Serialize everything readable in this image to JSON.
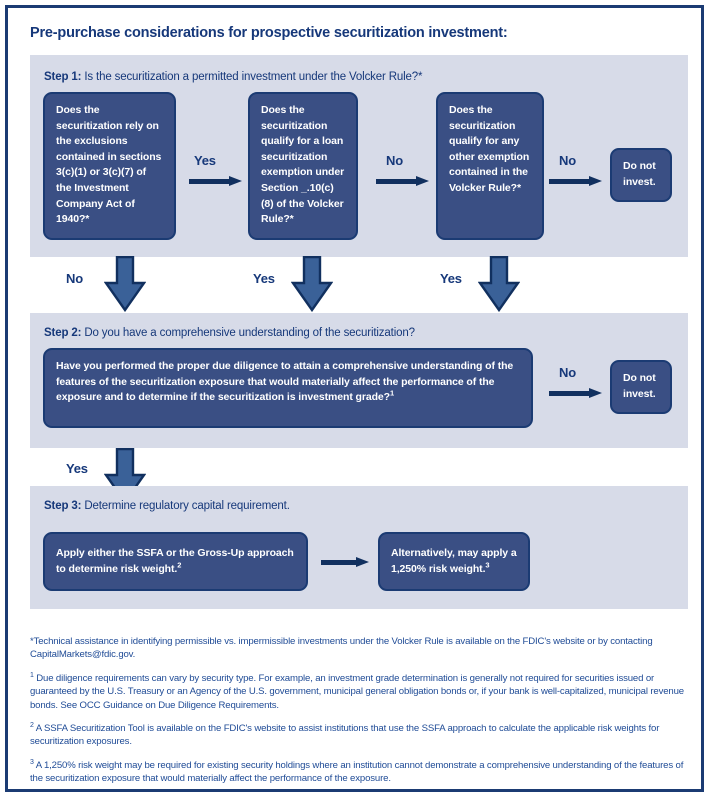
{
  "title": "Pre-purchase considerations for prospective securitization investment:",
  "steps": [
    {
      "label": "Step 1:",
      "text": " Is the securitization a permitted investment under the Volcker Rule?*",
      "nodes": {
        "q1": "Does the securitization rely on the exclusions contained in sections 3(c)(1) or 3(c)(7) of the Investment Company Act of 1940?*",
        "q2": "Does the securitization qualify for a loan securitization exemption under Section _.10(c)(8) of the Volcker Rule?*",
        "q3": "Does the securitization qualify for any other exemption contained in the Volcker Rule?*",
        "do_not_invest": "Do not invest."
      },
      "edges": {
        "yes_1": "Yes",
        "no_1": "No",
        "no_2": "No"
      }
    },
    {
      "label": "Step 2:",
      "text": " Do you have a comprehensive understanding of the securitization?",
      "nodes": {
        "q4": "Have you performed the proper due diligence to attain a comprehensive understanding of the features of the securitization exposure that would materially affect the performance of the exposure and to determine if the securitization is investment grade?",
        "q4_sup": "1",
        "do_not_invest": "Do not invest."
      },
      "edges": {
        "no_3": "No"
      }
    },
    {
      "label": "Step 3:",
      "text": " Determine regulatory capital requirement.",
      "nodes": {
        "s3a": "Apply either the SSFA or the Gross-Up approach to determine risk weight.",
        "s3a_sup": "2",
        "s3b": "Alternatively, may apply a 1,250% risk weight.",
        "s3b_sup": "3"
      }
    }
  ],
  "down_arrows": [
    {
      "label": "No"
    },
    {
      "label": "Yes"
    },
    {
      "label": "Yes"
    },
    {
      "label": "Yes"
    }
  ],
  "footnotes": [
    {
      "marker": "*",
      "text": "Technical assistance in identifying permissible vs. impermissible investments under the Volcker Rule is available on the FDIC's website or by contacting CapitalMarkets@fdic.gov."
    },
    {
      "marker": "1",
      "text": " Due diligence requirements can vary by security type. For example, an investment grade determination is generally not required for securities issued or guaranteed by the U.S. Treasury or an Agency of the U.S. government, municipal general obligation bonds or, if your bank is well-capitalized, municipal revenue bonds. See OCC Guidance on Due Diligence Requirements."
    },
    {
      "marker": "2",
      "text": " A SSFA Securitization Tool is available on the FDIC's website to assist institutions that use the SSFA approach to calculate the applicable risk weights for securitization exposures."
    },
    {
      "marker": "3",
      "text": " A 1,250% risk weight may be required for existing security holdings where an institution cannot demonstrate a comprehensive understanding of the features of the securitization exposure that would materially affect the performance of the exposure."
    }
  ],
  "colors": {
    "border_navy": "#1b3b73",
    "panel_bg": "#d7dbe8",
    "node_fill": "#3a4f84",
    "text_blue": "#16387a",
    "arrow_navy": "#11305f",
    "arrow_fill": "#3a6198"
  }
}
